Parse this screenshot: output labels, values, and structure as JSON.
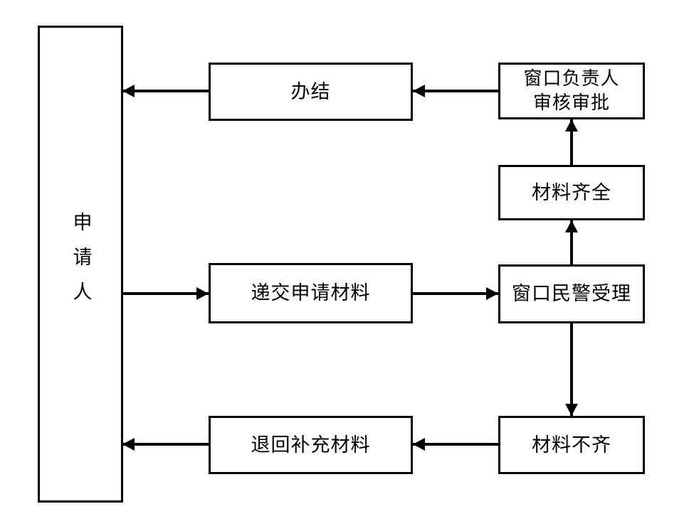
{
  "diagram": {
    "type": "flowchart",
    "orientation": "left-to-right with feedback loops",
    "background_color": "#ffffff",
    "line_color": "#000000",
    "nodes": [
      {
        "id": "applicant",
        "label": "申请人",
        "shape": "rectangle",
        "text_orientation": "vertical"
      },
      {
        "id": "complete",
        "label": "办结",
        "shape": "rectangle",
        "text_orientation": "horizontal"
      },
      {
        "id": "supervisor",
        "label": "窗口负责人\n审核审批",
        "shape": "rectangle",
        "text_orientation": "horizontal"
      },
      {
        "id": "materials_ok",
        "label": "材料齐全",
        "shape": "rectangle",
        "text_orientation": "horizontal"
      },
      {
        "id": "submit",
        "label": "递交申请材料",
        "shape": "rectangle",
        "text_orientation": "horizontal"
      },
      {
        "id": "officer",
        "label": "窗口民警受理",
        "shape": "rectangle",
        "text_orientation": "horizontal"
      },
      {
        "id": "return",
        "label": "退回补充材料",
        "shape": "rectangle",
        "text_orientation": "horizontal"
      },
      {
        "id": "materials_bad",
        "label": "材料不齐",
        "shape": "rectangle",
        "text_orientation": "horizontal"
      }
    ],
    "edges": [
      {
        "from": "applicant",
        "to": "submit",
        "direction": "right"
      },
      {
        "from": "submit",
        "to": "officer",
        "direction": "right"
      },
      {
        "from": "officer",
        "to": "materials_ok",
        "direction": "up"
      },
      {
        "from": "materials_ok",
        "to": "supervisor",
        "direction": "up"
      },
      {
        "from": "supervisor",
        "to": "complete",
        "direction": "left"
      },
      {
        "from": "complete",
        "to": "applicant",
        "direction": "left"
      },
      {
        "from": "officer",
        "to": "materials_bad",
        "direction": "down"
      },
      {
        "from": "materials_bad",
        "to": "return",
        "direction": "left"
      },
      {
        "from": "return",
        "to": "applicant",
        "direction": "left"
      }
    ]
  }
}
